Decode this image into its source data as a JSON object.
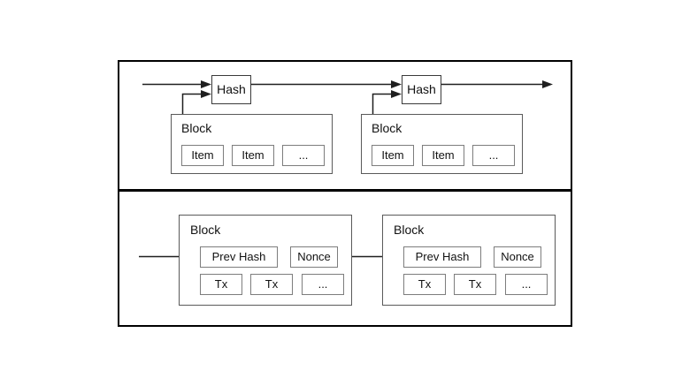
{
  "colors": {
    "background": "#ffffff",
    "panel_border": "#000000",
    "block_border": "#5a5a5a",
    "cell_border": "#7d7d7d",
    "hash_box_border": "#3a3a3a",
    "arrow_line": "#1f1f1f"
  },
  "top_panel": {
    "hash_boxes": [
      {
        "label": "Hash"
      },
      {
        "label": "Hash"
      }
    ],
    "blocks": [
      {
        "label": "Block",
        "items": [
          "Item",
          "Item",
          "..."
        ]
      },
      {
        "label": "Block",
        "items": [
          "Item",
          "Item",
          "..."
        ]
      }
    ]
  },
  "bottom_panel": {
    "blocks": [
      {
        "label": "Block",
        "prev_hash_label": "Prev Hash",
        "nonce_label": "Nonce",
        "txs": [
          "Tx",
          "Tx",
          "..."
        ]
      },
      {
        "label": "Block",
        "prev_hash_label": "Prev Hash",
        "nonce_label": "Nonce",
        "txs": [
          "Tx",
          "Tx",
          "..."
        ]
      }
    ]
  }
}
